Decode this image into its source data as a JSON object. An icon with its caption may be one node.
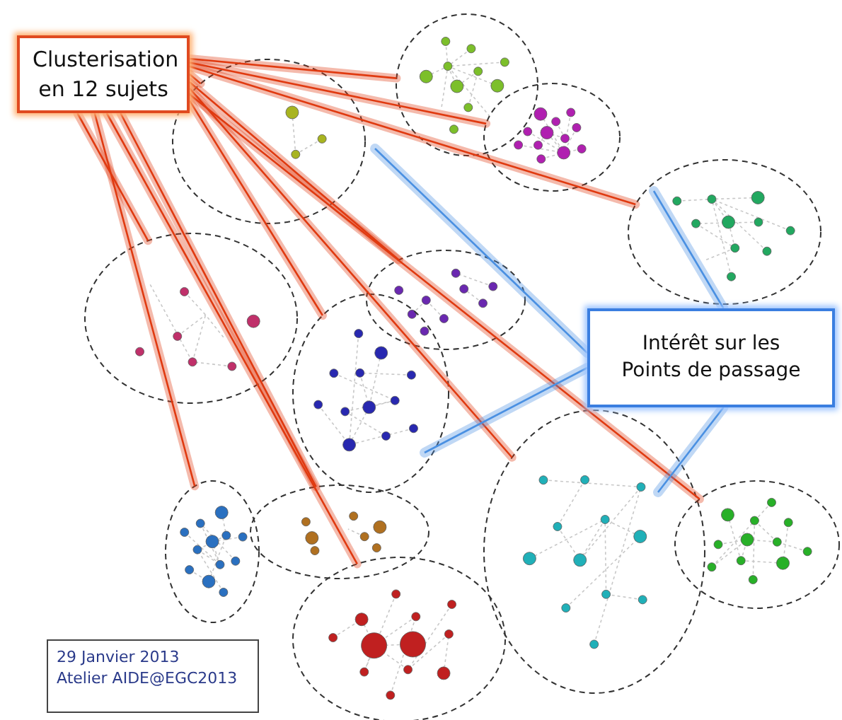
{
  "diagram": {
    "nodes": [
      {
        "text": [
          "Clusterisation en 12 sujets"
        ]
      },
      {
        "text": [
          "Intérêt sur les Points de passage"
        ]
      },
      {
        "text": [],
        "shape": "circle"
      },
      {
        "text": [],
        "shape": "circle"
      },
      {
        "text": [],
        "shape": "circle"
      },
      {
        "text": [],
        "shape": "circle"
      },
      {
        "text": [],
        "shape": "circle"
      },
      {
        "text": [],
        "shape": "circle"
      },
      {
        "text": [],
        "shape": "circle"
      },
      {
        "text": [],
        "shape": "circle"
      },
      {
        "text": [],
        "shape": "circle"
      },
      {
        "text": [],
        "shape": "circle"
      },
      {
        "text": [],
        "shape": "circle"
      },
      {
        "text": [],
        "shape": "circle"
      }
    ],
    "edges": [
      {
        "from": 0,
        "to": 3,
        "arrow": "none"
      },
      {
        "from": 0,
        "to": 4,
        "arrow": "none"
      },
      {
        "from": 0,
        "to": 5,
        "arrow": "none"
      },
      {
        "from": 0,
        "to": 2,
        "arrow": "none"
      },
      {
        "from": 0,
        "to": 7,
        "arrow": "none"
      },
      {
        "from": 0,
        "to": 9,
        "arrow": "none"
      },
      {
        "from": 0,
        "to": 10,
        "arrow": "none"
      },
      {
        "from": 0,
        "to": 8,
        "arrow": "none"
      },
      {
        "from": 0,
        "to": 6,
        "arrow": "none"
      },
      {
        "from": 0,
        "to": 11,
        "arrow": "none"
      },
      {
        "from": 0,
        "to": 12,
        "arrow": "none"
      },
      {
        "from": 0,
        "to": 13,
        "arrow": "none"
      },
      {
        "from": 1,
        "to": 2,
        "arrow": "none",
        "color": "#4a90e2"
      },
      {
        "from": 1,
        "to": 5,
        "arrow": "none",
        "color": "#4a90e2"
      },
      {
        "from": 1,
        "to": 8,
        "arrow": "none",
        "color": "#4a90e2"
      },
      {
        "from": 1,
        "to": 9,
        "arrow": "none",
        "color": "#4a90e2"
      }
    ],
    "labels": [
      "29 Janvier 2013",
      "Atelier AIDE@EGC2013"
    ]
  }
}
